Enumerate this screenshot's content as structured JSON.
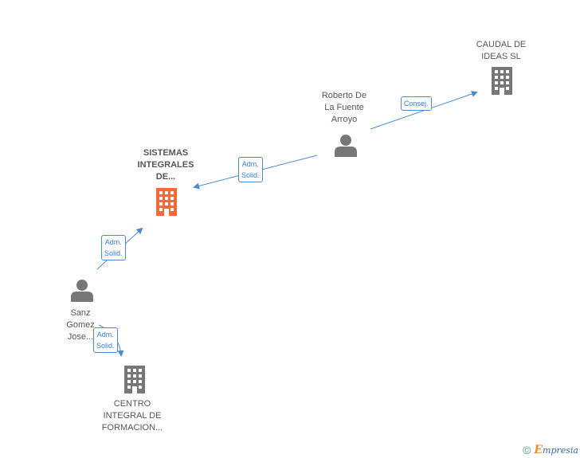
{
  "colors": {
    "main_company": "#f26a3c",
    "company": "#777777",
    "person": "#777777",
    "edge": "#4a8ad4"
  },
  "nodes": {
    "caudal": {
      "label": "CAUDAL DE\nIDEAS SL",
      "icon": "building-icon"
    },
    "roberto": {
      "label": "Roberto De\nLa Fuente\nArroyo",
      "icon": "person-icon"
    },
    "sistemas": {
      "label": "SISTEMAS\nINTEGRALES\nDE...",
      "icon": "building-icon"
    },
    "sanz": {
      "label": "Sanz\nGomez\nJose...",
      "icon": "person-icon"
    },
    "centro": {
      "label": "CENTRO\nINTEGRAL DE\nFORMACION...",
      "icon": "building-icon"
    }
  },
  "edges": {
    "roberto_caudal": "Consej.",
    "roberto_sistemas": "Adm.\nSolid.",
    "sanz_sistemas": "Adm.\nSolid.",
    "sanz_centro": "Adm.\nSolid."
  },
  "footer": {
    "copyright": "©",
    "brand_initial": "E",
    "brand_rest": "mpresia"
  }
}
